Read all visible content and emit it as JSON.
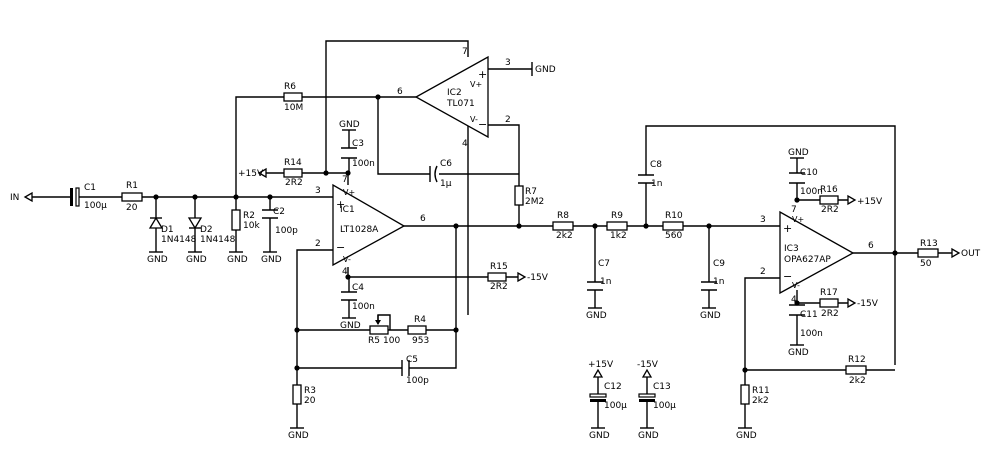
{
  "components": {
    "IC1": {
      "ref": "IC1",
      "value": "LT1028A"
    },
    "IC2": {
      "ref": "IC2",
      "value": "TL071"
    },
    "IC3": {
      "ref": "IC3",
      "value": "OPA627AP"
    },
    "R1": {
      "ref": "R1",
      "value": "20"
    },
    "R2": {
      "ref": "R2",
      "value": "10k"
    },
    "R3": {
      "ref": "R3",
      "value": "20"
    },
    "R4": {
      "ref": "R4",
      "value": "953"
    },
    "R5": {
      "ref": "R5",
      "value": "100"
    },
    "R6": {
      "ref": "R6",
      "value": "10M"
    },
    "R7": {
      "ref": "R7",
      "value": "2M2"
    },
    "R8": {
      "ref": "R8",
      "value": "2k2"
    },
    "R9": {
      "ref": "R9",
      "value": "1k2"
    },
    "R10": {
      "ref": "R10",
      "value": "560"
    },
    "R11": {
      "ref": "R11",
      "value": "2k2"
    },
    "R12": {
      "ref": "R12",
      "value": "2k2"
    },
    "R13": {
      "ref": "R13",
      "value": "50"
    },
    "R14": {
      "ref": "R14",
      "value": "2R2"
    },
    "R15": {
      "ref": "R15",
      "value": "2R2"
    },
    "R16": {
      "ref": "R16",
      "value": "2R2"
    },
    "R17": {
      "ref": "R17",
      "value": "2R2"
    },
    "C1": {
      "ref": "C1",
      "value": "100µ"
    },
    "C2": {
      "ref": "C2",
      "value": "100p"
    },
    "C3": {
      "ref": "C3",
      "value": "100n"
    },
    "C4": {
      "ref": "C4",
      "value": "100n"
    },
    "C5": {
      "ref": "C5",
      "value": "100p"
    },
    "C6": {
      "ref": "C6",
      "value": "1µ"
    },
    "C7": {
      "ref": "C7",
      "value": "1n"
    },
    "C8": {
      "ref": "C8",
      "value": "1n"
    },
    "C9": {
      "ref": "C9",
      "value": "1n"
    },
    "C10": {
      "ref": "C10",
      "value": "100n"
    },
    "C11": {
      "ref": "C11",
      "value": "100n"
    },
    "C12": {
      "ref": "C12",
      "value": "100µ"
    },
    "C13": {
      "ref": "C13",
      "value": "100µ"
    },
    "D1": {
      "ref": "D1",
      "value": "1N4148"
    },
    "D2": {
      "ref": "D2",
      "value": "1N4148"
    }
  },
  "ports": {
    "in": "IN",
    "out": "OUT"
  },
  "rails": {
    "gnd": "GND",
    "pos": "+15V",
    "neg": "-15V"
  },
  "pins": {
    "ic1": {
      "plus": "3",
      "minus": "2",
      "vpos": "7",
      "vneg": "4",
      "out": "6"
    },
    "ic2": {
      "plus": "3",
      "minus": "2",
      "vpos": "7",
      "vneg": "4",
      "out": "6"
    },
    "ic3": {
      "plus": "3",
      "minus": "2",
      "vpos": "7",
      "vneg": "4",
      "out": "6"
    }
  },
  "symbols": {
    "plus": "+",
    "minus": "−",
    "vplus": "V+",
    "vminus": "V-"
  }
}
